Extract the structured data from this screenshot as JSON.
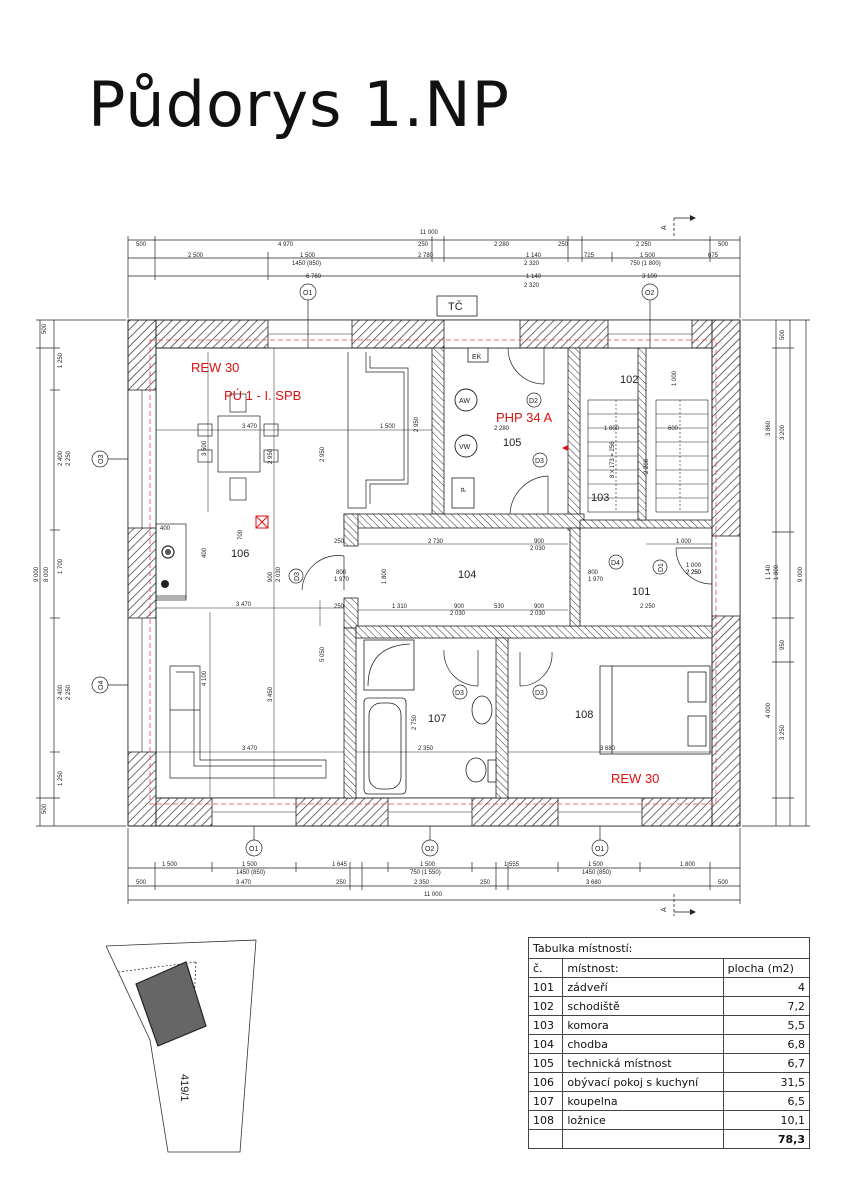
{
  "title": "Půdorys 1.NP",
  "plan": {
    "north_label": "TČ",
    "ek": "EK",
    "aw": "AW",
    "vw": "VW",
    "p": "P",
    "fire_labels": {
      "rew_top": "REW 30",
      "pu": "PÚ 1 - I. SPB",
      "php": "PHP 34 A",
      "rew_bottom": "REW 30"
    },
    "rooms": [
      {
        "num": "101"
      },
      {
        "num": "102"
      },
      {
        "num": "103"
      },
      {
        "num": "104"
      },
      {
        "num": "105"
      },
      {
        "num": "106"
      },
      {
        "num": "107"
      },
      {
        "num": "108"
      }
    ],
    "window_tags": [
      "O1",
      "O2",
      "O3",
      "O4"
    ],
    "door_tags": [
      "D1",
      "D2",
      "D3",
      "D4"
    ],
    "section": "A",
    "dims_top": {
      "total": "11 000",
      "row1": [
        "500",
        "4 970",
        "250",
        "2 280",
        "250",
        "2 250",
        "500"
      ],
      "row2": [
        "2 500",
        "1 500",
        "1450 (850)",
        "2 780",
        "1 140",
        "2 320",
        "725",
        "1 500",
        "750 (1 800)",
        "675"
      ],
      "row3": [
        "6 760",
        "1 140",
        "2 320",
        "3 100"
      ]
    },
    "dims_bottom": {
      "total": "11 000",
      "row1": [
        "1 500",
        "1 500",
        "1450 (850)",
        "1 645",
        "1 500",
        "750 (1 550)",
        "1 555",
        "1 500",
        "1450 (850)",
        "1 800"
      ],
      "row2": [
        "500",
        "3 470",
        "250",
        "2 350",
        "250",
        "3 680",
        "500"
      ]
    },
    "dims_left": [
      "500",
      "1 250",
      "2 400",
      "2 250",
      "1 700",
      "2 400",
      "2 250",
      "1 250",
      "500",
      "9 000",
      "8 000"
    ],
    "dims_right": [
      "500",
      "3 860",
      "3 200",
      "1 140",
      "1 800",
      "950",
      "4 000",
      "3 250",
      "9 000"
    ],
    "inner_dims": [
      "3 470",
      "1 500",
      "3 500",
      "2 950",
      "2 950",
      "2 950",
      "400",
      "400",
      "700",
      "900",
      "2 030",
      "3 470",
      "4 100",
      "3 450",
      "5 050",
      "3 470",
      "250",
      "2 730",
      "800",
      "1 970",
      "1 310",
      "900",
      "2 030",
      "530",
      "900",
      "2 030",
      "250",
      "2 280",
      "1 800",
      "1 000",
      "8 x 173 = 256",
      "2 200",
      "600",
      "1 800",
      "1 000",
      "2 250",
      "2 250",
      "2 750",
      "2 350",
      "3 680",
      "800",
      "1 970",
      "1 000",
      "2 250",
      "900",
      "2 030"
    ]
  },
  "table": {
    "caption": "Tabulka místností:",
    "headers": [
      "č.",
      "místnost:",
      "plocha (m2)"
    ],
    "rows": [
      [
        "101",
        "zádveří",
        "4"
      ],
      [
        "102",
        "schodiště",
        "7,2"
      ],
      [
        "103",
        "komora",
        "5,5"
      ],
      [
        "104",
        "chodba",
        "6,8"
      ],
      [
        "105",
        "technická místnost",
        "6,7"
      ],
      [
        "106",
        "obývací pokoj s kuchyní",
        "31,5"
      ],
      [
        "107",
        "koupelna",
        "6,5"
      ],
      [
        "108",
        "ložnice",
        "10,1"
      ]
    ],
    "total": "78,3"
  },
  "site": {
    "parcel": "419/1"
  }
}
